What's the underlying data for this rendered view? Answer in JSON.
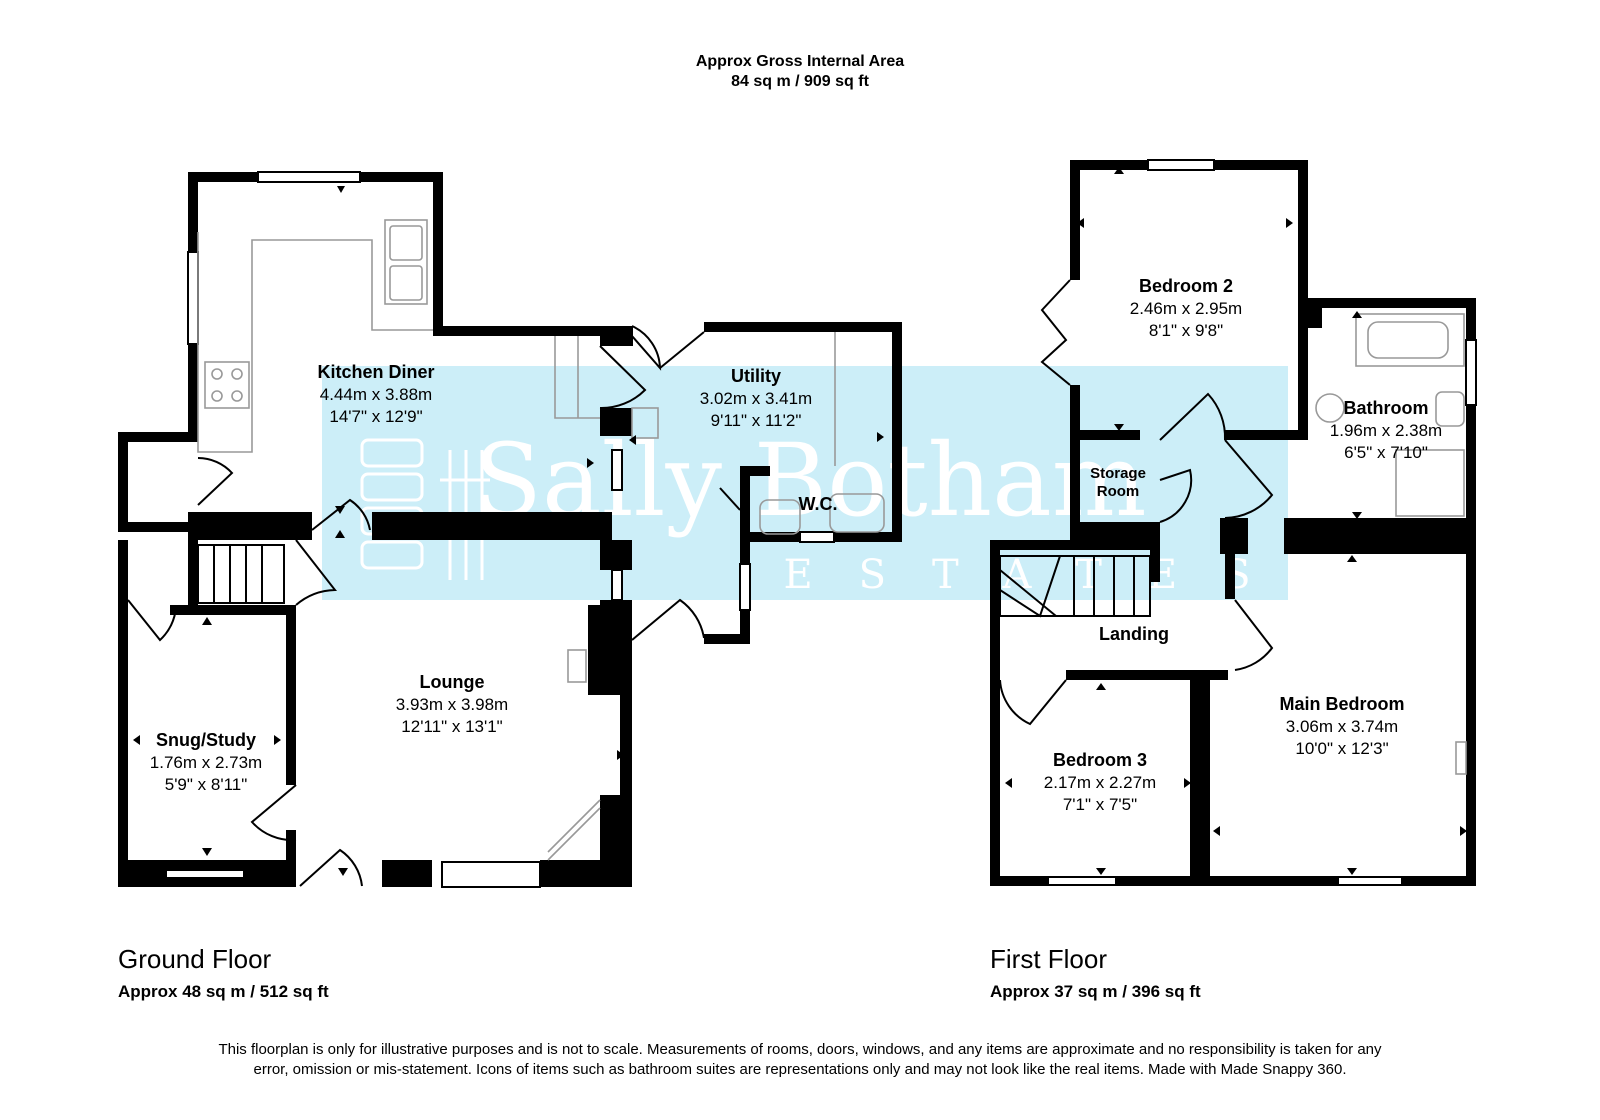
{
  "header": {
    "line1": "Approx Gross Internal Area",
    "line2": "84 sq m / 909 sq ft"
  },
  "watermark": {
    "name": "Sally Botham",
    "sub": "ESTATES",
    "color": "#cceef8"
  },
  "ground_floor": {
    "title": "Ground Floor",
    "area": "Approx 48 sq m / 512 sq ft",
    "rooms": {
      "kitchen": {
        "name": "Kitchen Diner",
        "metric": "4.44m x 3.88m",
        "imperial": "14'7\" x 12'9\""
      },
      "utility": {
        "name": "Utility",
        "metric": "3.02m x 3.41m",
        "imperial": "9'11\" x 11'2\""
      },
      "wc": {
        "name": "W.C."
      },
      "lounge": {
        "name": "Lounge",
        "metric": "3.93m x 3.98m",
        "imperial": "12'11\" x 13'1\""
      },
      "snug": {
        "name": "Snug/Study",
        "metric": "1.76m x 2.73m",
        "imperial": "5'9\" x 8'11\""
      }
    }
  },
  "first_floor": {
    "title": "First Floor",
    "area": "Approx 37 sq m / 396 sq ft",
    "rooms": {
      "bedroom2": {
        "name": "Bedroom 2",
        "metric": "2.46m x 2.95m",
        "imperial": "8'1\" x 9'8\""
      },
      "bathroom": {
        "name": "Bathroom",
        "metric": "1.96m x 2.38m",
        "imperial": "6'5\" x 7'10\""
      },
      "storage": {
        "name_line1": "Storage",
        "name_line2": "Room"
      },
      "landing": {
        "name": "Landing"
      },
      "main_bedroom": {
        "name": "Main Bedroom",
        "metric": "3.06m x 3.74m",
        "imperial": "10'0\" x 12'3\""
      },
      "bedroom3": {
        "name": "Bedroom 3",
        "metric": "2.17m x 2.27m",
        "imperial": "7'1\" x 7'5\""
      }
    }
  },
  "disclaimer": "This floorplan is only for illustrative purposes and is not to scale. Measurements of rooms, doors, windows, and any items are approximate and no responsibility is taken for any error, omission or mis-statement. Icons of items such as bathroom suites are representations only and may not look like the real items. Made with Made Snappy 360.",
  "colors": {
    "wall": "#000000",
    "fixture": "#999999"
  }
}
